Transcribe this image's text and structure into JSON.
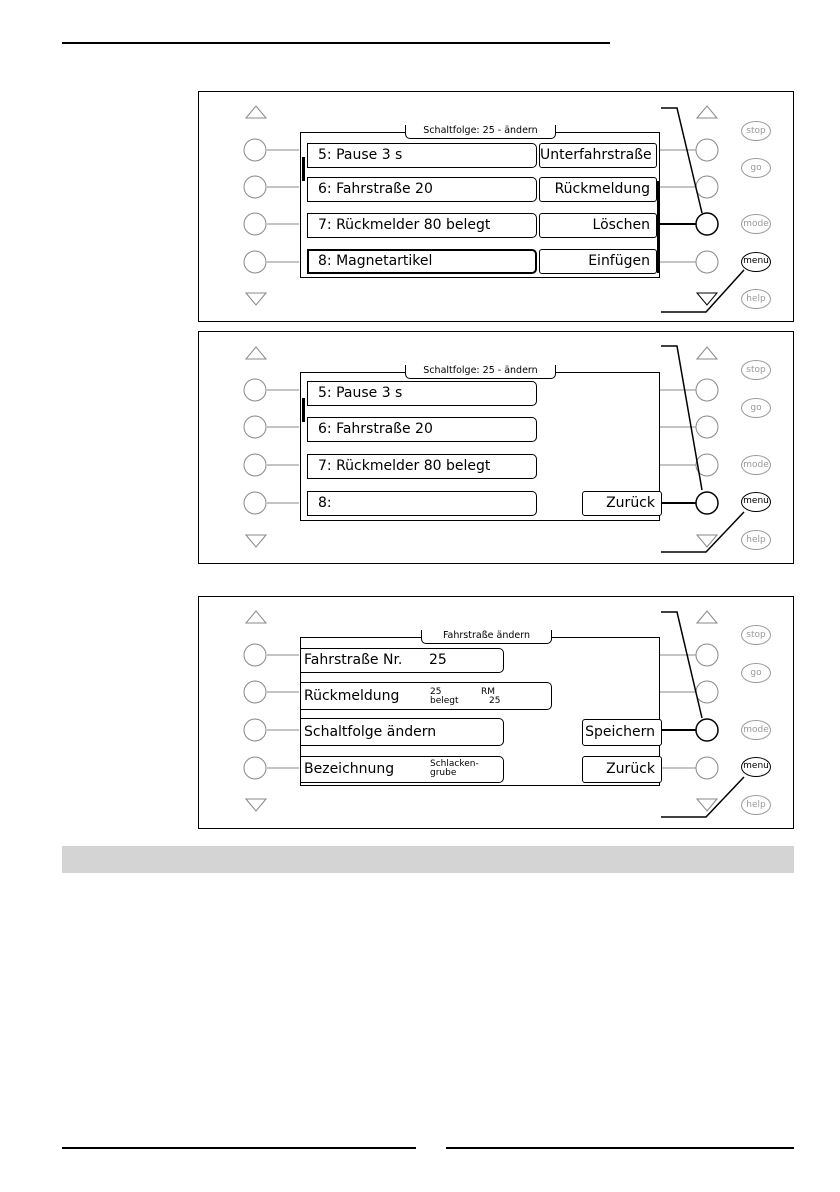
{
  "panel1": {
    "title": "Schaltfolge: 25 - ändern",
    "items": [
      "5: Pause 3 s",
      "6: Fahrstraße 20",
      "7: Rückmelder 80 belegt",
      "8: Magnetartikel"
    ],
    "buttons": [
      "Unterfahrstraße",
      "Rückmeldung",
      "Löschen",
      "Einfügen"
    ]
  },
  "panel2": {
    "title": "Schaltfolge: 25 - ändern",
    "items": [
      "5: Pause 3 s",
      "6: Fahrstraße 20",
      "7: Rückmelder 80 belegt",
      "8:"
    ],
    "buttons": [
      "Zurück"
    ]
  },
  "panel3": {
    "title": "Fahrstraße ändern",
    "fields": {
      "nr_label": "Fahrstraße Nr.",
      "nr_value": "25",
      "rm_label": "Rückmeldung",
      "rm_line1a": "25",
      "rm_line1b": "RM",
      "rm_line2a": "belegt",
      "rm_line2b": "25",
      "schaltfolge_label": "Schaltfolge ändern",
      "bez_label": "Bezeichnung",
      "bez_line1": "Schlacken-",
      "bez_line2": "grube"
    },
    "buttons": [
      "Speichern",
      "Zurück"
    ]
  },
  "keys": {
    "stop": "stop",
    "go": "go",
    "mode": "mode",
    "menu": "menu",
    "help": "help"
  }
}
